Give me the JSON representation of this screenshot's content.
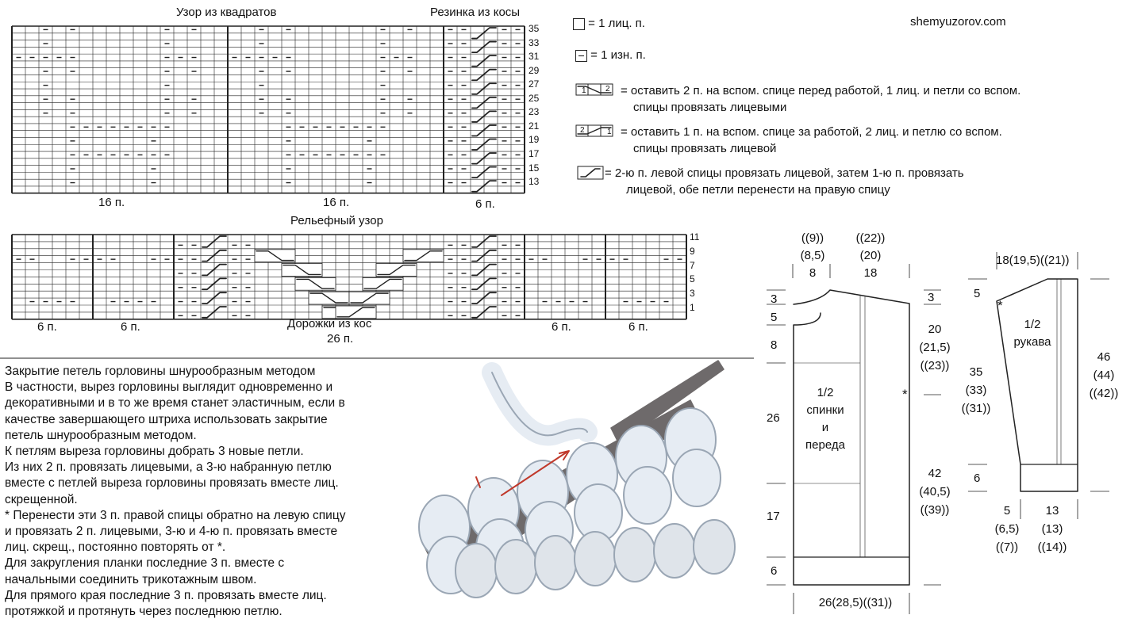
{
  "watermark": "shemyuzorov.com",
  "charts": {
    "squares_title": "Узор из квадратов",
    "rib_title": "Резинка из косы",
    "relief_title": "Рельефный узор",
    "label_16a": "16 п.",
    "label_16b": "16 п.",
    "label_6rib": "6 п.",
    "row_numbers_top": [
      "35",
      "33",
      "31",
      "29",
      "27",
      "25",
      "23",
      "21",
      "19",
      "17",
      "15",
      "13"
    ],
    "row_numbers_relief": [
      "11",
      "9",
      "7",
      "5",
      "3",
      "1"
    ],
    "relief_labels": [
      "6 п.",
      "6 п.",
      "6 п.",
      "6 п."
    ],
    "relief_center_label": "Дорожки из кос",
    "relief_center_count": "26 п."
  },
  "legend": {
    "knit": "= 1 лиц. п.",
    "purl": "= 1 изн. п.",
    "cable_front_1": "= оставить 2 п. на вспом. спице перед работой, 1 лиц. и петли со вспом.",
    "cable_front_2": "спицы провязать лицевыми",
    "cable_back_1": "= оставить 1 п. на вспом. спице за работой, 2 лиц. и петлю со вспом.",
    "cable_back_2": "спицы провязать лицевой",
    "cross_1": "=   2-ю п. левой спицы провязать лицевой, затем 1-ю п. провязать",
    "cross_2": "лицевой, обе петли перенести на правую спицу",
    "icon_num_1": "1",
    "icon_num_2": "2"
  },
  "instructions": [
    "Закрытие петель горловины шнурообразным методом",
    "В частности, вырез горловины выглядит одновременно и",
    "декоративными и в то же время станет эластичным, если в",
    "качестве завершающего штриха использовать закрытие",
    "петель шнурообразным методом.",
    "К петлям выреза горловины добрать 3 новые петли.",
    "Из них 2 п. провязать лицевыми, а 3-ю набранную петлю",
    "вместе с петлей выреза горловины провязать вместе лиц.",
    "скрещенной.",
    "* Перенести эти 3 п. правой спицы обратно на левую спицу",
    "и провязать 2 п. лицевыми, 3-ю и 4-ю п. провязать вместе",
    "лиц. скрещ., постоянно повторять от *.",
    "Для закругления планки последние 3 п. вместе с",
    "начальными соединить трикотажным швом.",
    "Для прямого края последние 3 п. провязать вместе лиц.",
    "протяжкой и протянуть через последнюю петлю."
  ],
  "body_pattern": {
    "top_left": [
      "((9))",
      "(8,5)",
      "8"
    ],
    "top_right": [
      "((22))",
      "(20)",
      "18"
    ],
    "left": [
      "3",
      "5",
      "8",
      "26",
      "17",
      "6"
    ],
    "right_top": "3",
    "right_mid": [
      "20",
      "(21,5)",
      "((23))"
    ],
    "right_low": [
      "42",
      "(40,5)",
      "((39))"
    ],
    "bottom": "26(28,5)((31))",
    "label": [
      "1/2",
      "спинки",
      "и",
      "переда"
    ],
    "star": "*"
  },
  "sleeve_pattern": {
    "top": "18(19,5)((21))",
    "left_top": "5",
    "left_mid": [
      "35",
      "(33)",
      "((31))"
    ],
    "left_bottom": "6",
    "right": [
      "46",
      "(44)",
      "((42))"
    ],
    "bottom_left": [
      "5",
      "(6,5)",
      "((7))"
    ],
    "bottom_right": [
      "13",
      "(13)",
      "((14))"
    ],
    "label": [
      "1/2",
      "рукава"
    ],
    "star": "*"
  },
  "colors": {
    "line": "#222222",
    "arrow": "#c0392b",
    "yarn": "#e6ecf3",
    "yarn_shadow": "#9aa6b4",
    "needle": "#6e6a6b"
  }
}
